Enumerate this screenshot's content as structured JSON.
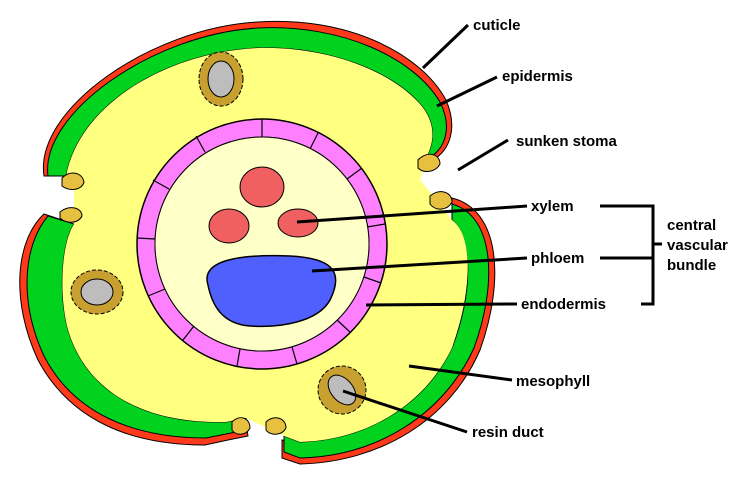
{
  "labels": {
    "cuticle": "cuticle",
    "epidermis": "epidermis",
    "sunken_stoma": "sunken stoma",
    "xylem": "xylem",
    "phloem": "phloem",
    "endodermis": "endodermis",
    "mesophyll": "mesophyll",
    "resin_duct": "resin duct",
    "bracket_group": [
      "central",
      "vascular",
      "bundle"
    ]
  },
  "colors": {
    "cuticle": "#ff3a1a",
    "epidermis": "#00d21e",
    "mesophyll": "#ffff80",
    "vascular_cylinder": "#ffffc8",
    "endodermis": "#ff80ff",
    "xylem": "#f06060",
    "phloem": "#5060ff",
    "resin_duct_cells": "#c8a030",
    "resin_duct_lumen": "#bdbdbd",
    "guard_cells": "#e8c040",
    "lines": "#000000"
  }
}
